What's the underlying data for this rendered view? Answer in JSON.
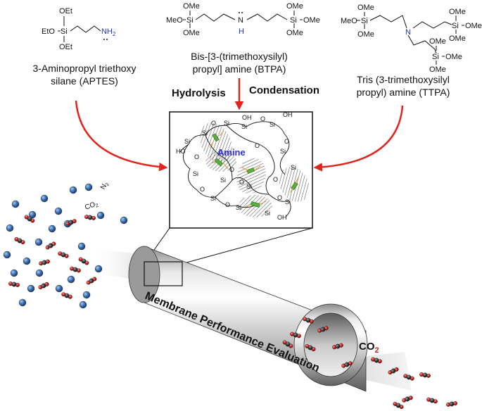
{
  "precursors": {
    "aptes": {
      "groups": {
        "oet_top": "OEt",
        "eto_si": "EtO",
        "si": "Si",
        "oet_bottom": "OEt",
        "nh2": "NH",
        "nh2_sub": "2"
      },
      "name_line1": "3-Aminopropyl triethoxy",
      "name_line2": "silane (APTES)"
    },
    "btpa": {
      "groups": {
        "ome": "OMe",
        "meo_si": "MeO",
        "si": "Si",
        "n": "N",
        "h": "H",
        "si_ome": "Si",
        "ome_right": "OMe"
      },
      "name_line1": "Bis-[3-(trimethoxysilyl)",
      "name_line2": "propyl] amine (BTPA)"
    },
    "ttpa": {
      "groups": {
        "ome": "OMe",
        "meo_si": "MeO",
        "si": "Si",
        "n": "N",
        "si_ome": "Si",
        "ome_right": "OMe"
      },
      "name_line1": "Tris (3-trimethoxysilyl",
      "name_line2": "propyl) amine (TTPA)"
    }
  },
  "process": {
    "hydrolysis": "Hydrolysis",
    "condensation": "Condensation"
  },
  "network": {
    "si": "Si",
    "o": "O",
    "oh": "OH",
    "ho": "HO",
    "amine_label": "Amine"
  },
  "gas": {
    "n2_base": "N",
    "n2_sub": "2",
    "co2_base": "CO",
    "co2_sub": "2"
  },
  "membrane": {
    "label": "Membrane Performance Evaluation"
  },
  "output": {
    "co2_base": "CO",
    "co2_sub": "2"
  },
  "colors": {
    "arrow": "#e0261c",
    "nitrogen_molecule": "#3b6fb5",
    "co2_oxygen": "#d32020",
    "co2_carbon": "#333333",
    "amine_text": "#2f2fd8",
    "amine_site": "#5cae3a"
  }
}
